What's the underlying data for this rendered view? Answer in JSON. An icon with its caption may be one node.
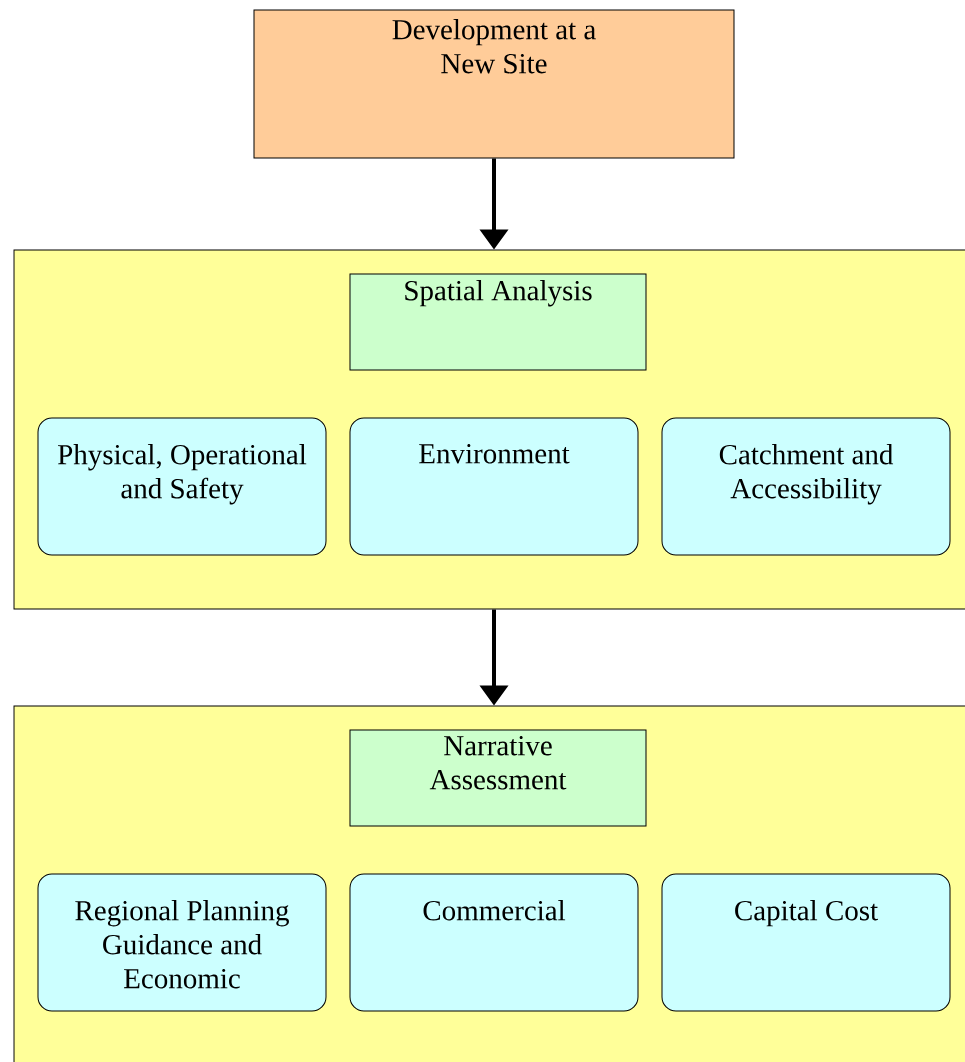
{
  "diagram": {
    "nodes": [
      {
        "text": [
          "Development at a New Site"
        ]
      },
      {
        "text": [],
        "shape": "box"
      },
      {
        "text": [
          "Spatial Analysis"
        ],
        "in": 1
      },
      {
        "text": [
          "Physical, Operational and Safety"
        ],
        "in": 1
      },
      {
        "text": [
          "Environment"
        ],
        "in": 1
      },
      {
        "text": [
          "Catchment and Accessibility"
        ],
        "in": 1
      },
      {
        "text": [],
        "shape": "box"
      },
      {
        "text": [
          "Narrative Assessment"
        ],
        "in": 6
      },
      {
        "text": [
          "Regional Planning Guidance and Economic"
        ],
        "in": 6
      },
      {
        "text": [
          "Commercial"
        ],
        "in": 6
      },
      {
        "text": [
          "Capital Cost"
        ],
        "in": 6
      }
    ],
    "edges": [
      {
        "from": 0,
        "to": 1,
        "arrow": "to"
      },
      {
        "from": 1,
        "to": 6,
        "arrow": "to"
      }
    ]
  }
}
